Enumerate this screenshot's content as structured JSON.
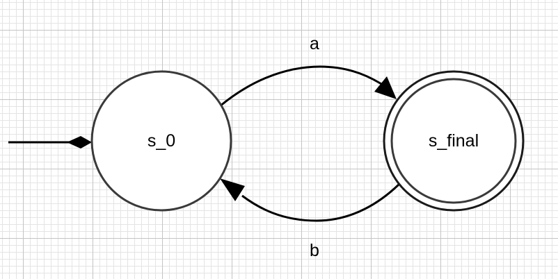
{
  "diagram": {
    "states": [
      {
        "id": "s0",
        "label": "s_0",
        "initial": true,
        "accepting": false
      },
      {
        "id": "sfinal",
        "label": "s_final",
        "initial": false,
        "accepting": true
      }
    ],
    "transitions": [
      {
        "from": "s0",
        "to": "sfinal",
        "label": "a"
      },
      {
        "from": "sfinal",
        "to": "s0",
        "label": "b"
      }
    ]
  },
  "colors": {
    "edge": "#000000",
    "state_stroke": "#3a3a3a",
    "grid_major": "#c4c4c4",
    "grid_minor": "#e4e4e4"
  }
}
